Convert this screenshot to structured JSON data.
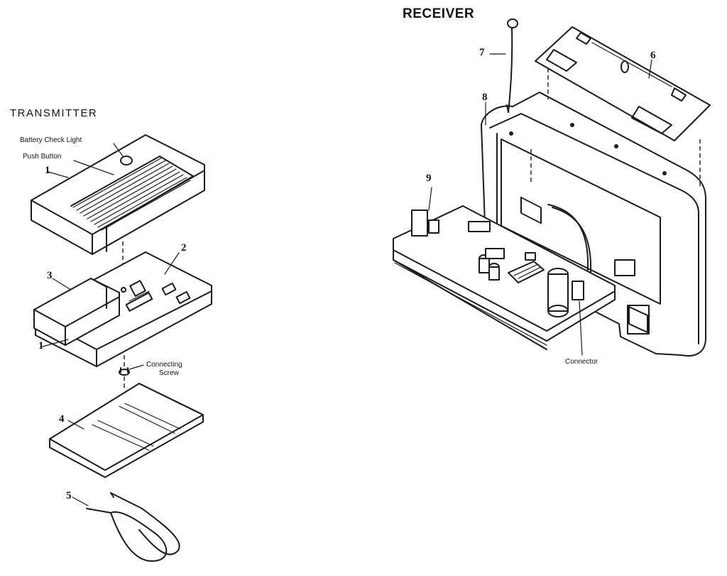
{
  "sections": {
    "receiver": "RECEIVER",
    "transmitter": "TRANSMITTER"
  },
  "callouts": {
    "battery_check_light": "Battery Check Light",
    "push_button": "Push Button",
    "connecting_screw_line1": "Connecting",
    "connecting_screw_line2": "Screw",
    "connector": "Connector"
  },
  "parts": {
    "p1_top": "1",
    "p1_bottom": "1",
    "p2": "2",
    "p3": "3",
    "p4": "4",
    "p5": "5",
    "p6": "6",
    "p7": "7",
    "p8": "8",
    "p9": "9"
  }
}
